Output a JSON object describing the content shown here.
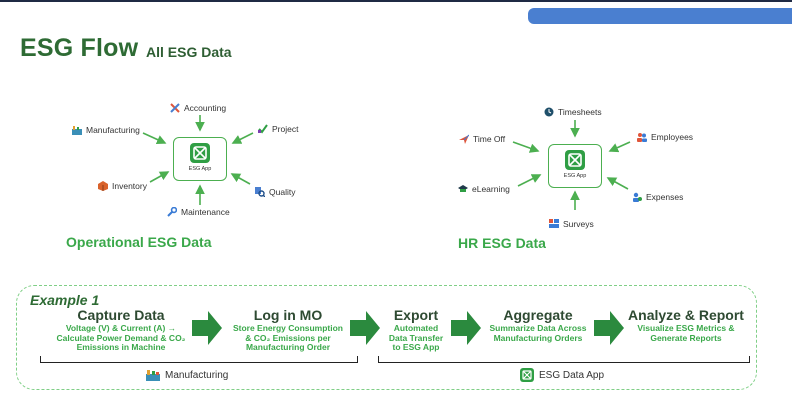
{
  "header": {
    "title": "ESG Flow",
    "subtitle": "All ESG Data"
  },
  "operational": {
    "hub_label": "ESG App",
    "section_label": "Operational ESG Data",
    "nodes": {
      "accounting": "Accounting",
      "manufacturing": "Manufacturing",
      "project": "Project",
      "inventory": "Inventory",
      "quality": "Quality",
      "maintenance": "Maintenance"
    }
  },
  "hr": {
    "hub_label": "ESG App",
    "section_label": "HR ESG Data",
    "nodes": {
      "timesheets": "Timesheets",
      "time_off": "Time Off",
      "employees": "Employees",
      "elearning": "eLearning",
      "expenses": "Expenses",
      "surveys": "Surveys"
    }
  },
  "example": {
    "title": "Example 1",
    "steps": [
      {
        "title": "Capture Data",
        "desc_lines": [
          "Voltage (V) & Current (A) →",
          "Calculate Power Demand & CO₂",
          "Emissions in Machine"
        ]
      },
      {
        "title": "Log in MO",
        "desc_lines": [
          "Store Energy Consumption",
          "& CO₂ Emissions per",
          "Manufacturing Order"
        ]
      },
      {
        "title": "Export",
        "desc_lines": [
          "Automated",
          "Data Transfer",
          "to ESG App"
        ]
      },
      {
        "title": "Aggregate",
        "desc_lines": [
          "Summarize Data Across",
          "Manufacturing Orders"
        ]
      },
      {
        "title": "Analyze & Report",
        "desc_lines": [
          "Visualize ESG Metrics &",
          "Generate Reports"
        ]
      }
    ],
    "groups": {
      "manufacturing": "Manufacturing",
      "esg_data_app": "ESG Data App"
    }
  },
  "colors": {
    "title_green": "#2e6b34",
    "accent_green": "#3aa84a",
    "arrow_green": "#2b8a3e",
    "top_bar_blue": "#4a7fd0"
  }
}
